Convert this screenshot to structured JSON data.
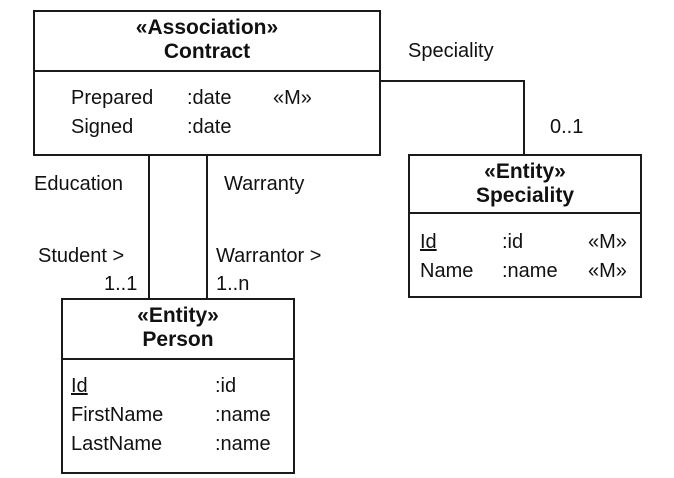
{
  "contract": {
    "stereotype": "«Association»",
    "name": "Contract",
    "attributes": [
      {
        "name": "Prepared",
        "type": ":date",
        "tag": "«M»"
      },
      {
        "name": "Signed",
        "type": ":date",
        "tag": ""
      }
    ]
  },
  "speciality": {
    "stereotype": "«Entity»",
    "name": "Speciality",
    "attributes": [
      {
        "name": "Id",
        "type": ":id",
        "tag": "«M»"
      },
      {
        "name": "Name",
        "type": ":name",
        "tag": "«M»"
      }
    ]
  },
  "person": {
    "stereotype": "«Entity»",
    "name": "Person",
    "attributes": [
      {
        "name": "Id",
        "type": ":id"
      },
      {
        "name": "FirstName",
        "type": ":name"
      },
      {
        "name": "LastName",
        "type": ":name"
      }
    ]
  },
  "associations": {
    "speciality": {
      "name": "Speciality",
      "multiplicity": "0..1"
    },
    "education": {
      "name": "Education",
      "role": "Student >",
      "multiplicity": "1..1"
    },
    "warranty": {
      "name": "Warranty",
      "role": "Warrantor >",
      "multiplicity": "1..n"
    }
  }
}
